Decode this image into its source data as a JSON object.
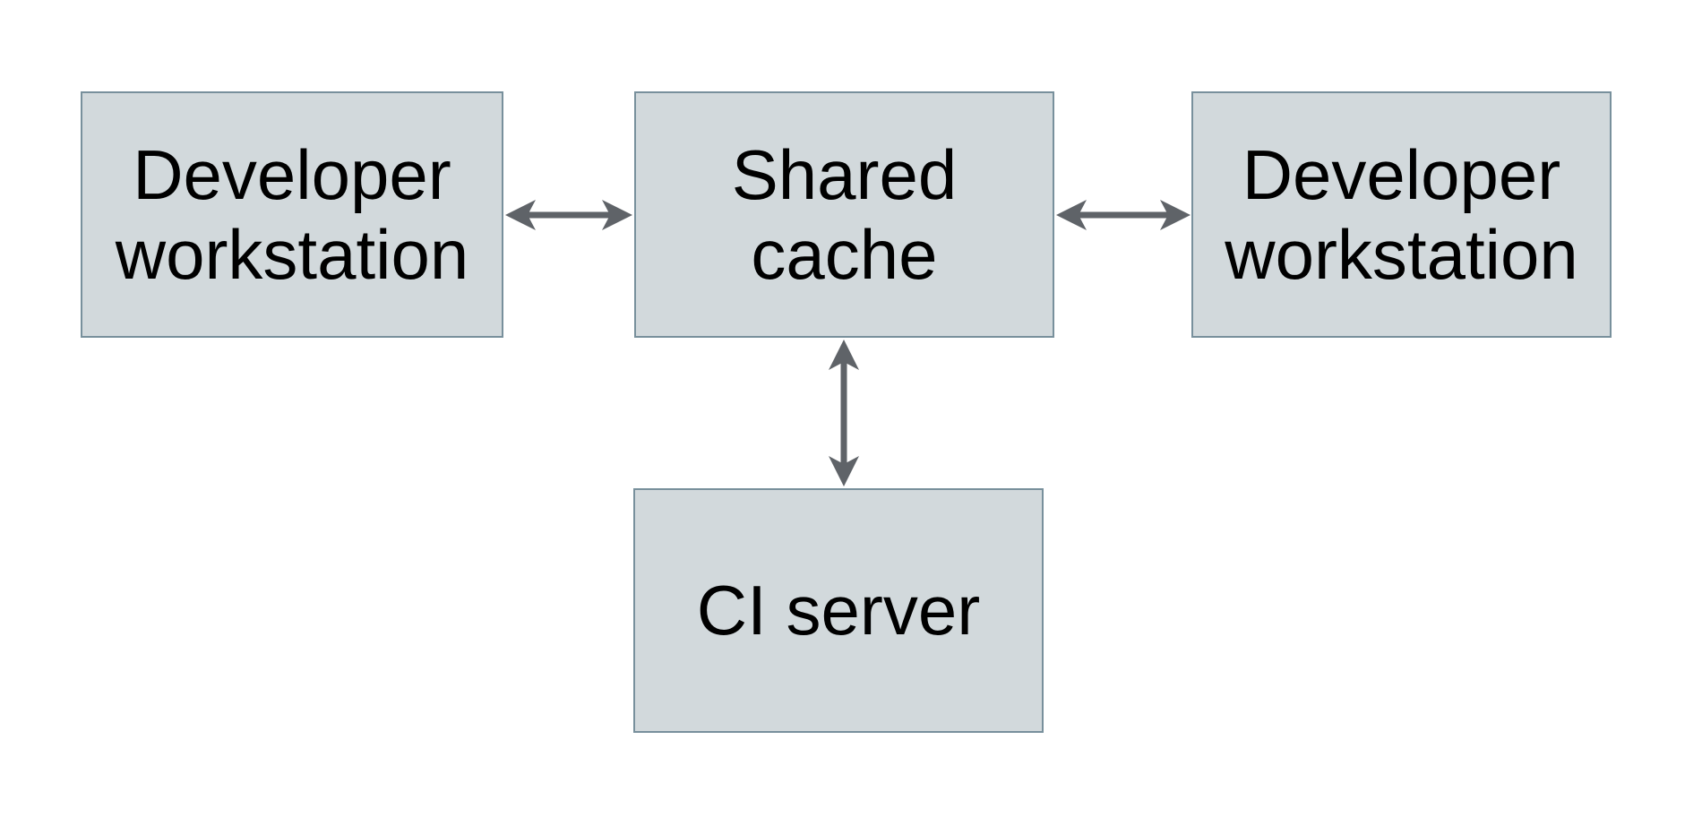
{
  "canvas": {
    "background": "#ffffff"
  },
  "diagram": {
    "type": "architecture-diagram",
    "nodes": [
      {
        "id": "developer-workstation-left",
        "label": "Developer workstation"
      },
      {
        "id": "shared-cache",
        "label": "Shared cache"
      },
      {
        "id": "developer-workstation-right",
        "label": "Developer workstation"
      },
      {
        "id": "ci-server",
        "label": "CI server"
      }
    ],
    "edges": [
      {
        "from": "developer-workstation-left",
        "to": "shared-cache",
        "direction": "bidirectional",
        "orientation": "horizontal"
      },
      {
        "from": "shared-cache",
        "to": "developer-workstation-right",
        "direction": "bidirectional",
        "orientation": "horizontal"
      },
      {
        "from": "shared-cache",
        "to": "ci-server",
        "direction": "bidirectional",
        "orientation": "vertical"
      }
    ],
    "colors": {
      "node_fill": "#d2d9dc",
      "node_border": "#78909c",
      "arrow": "#5f6368",
      "text": "#000000",
      "background": "#ffffff"
    }
  }
}
